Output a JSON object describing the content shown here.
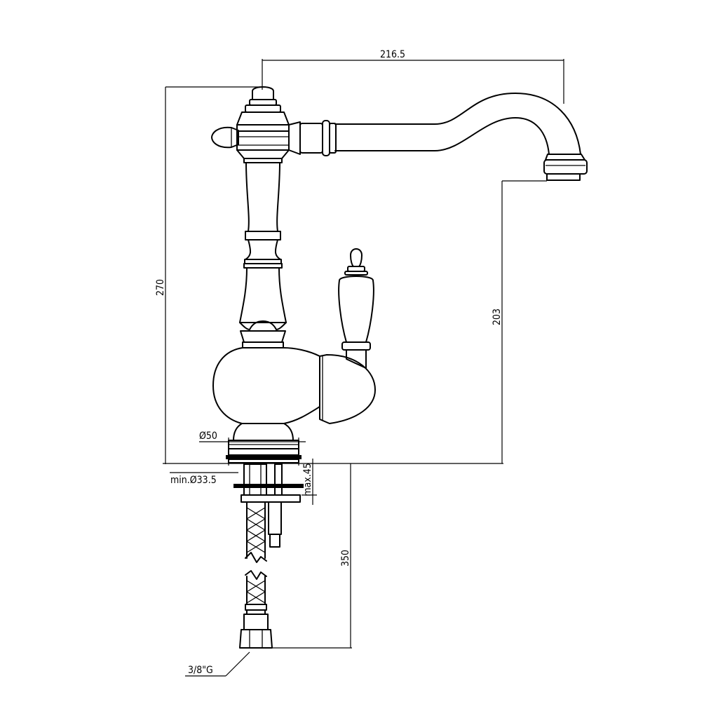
{
  "dimensions": {
    "spout_reach": "216.5",
    "total_height": "270",
    "spout_height": "203",
    "base_diameter": "Ø50",
    "hole_diameter": "min.Ø33.5",
    "deck_thickness": "max.45",
    "hose_length": "350",
    "connection": "3/8\"G"
  },
  "colors": {
    "line": "#000000",
    "background": "#ffffff"
  }
}
